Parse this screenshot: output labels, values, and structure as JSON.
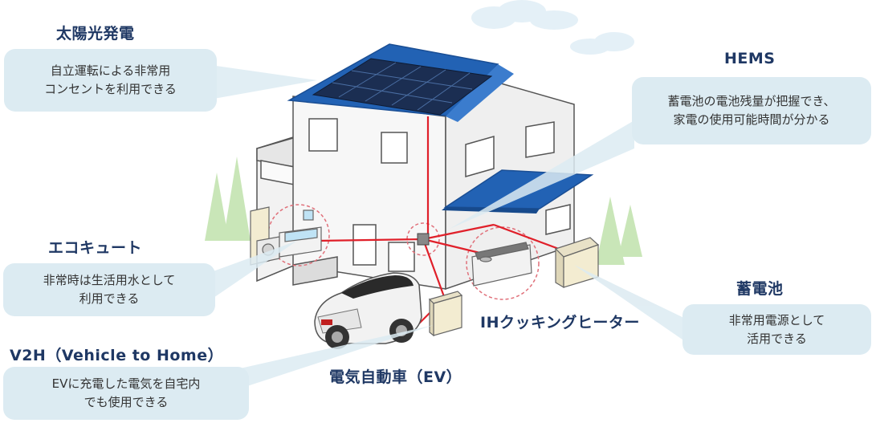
{
  "colors": {
    "title": "#1f3864",
    "bubble": "#dcebf2",
    "roof": "#2262b4",
    "wire": "#e0202a",
    "tree": "#c9e6b8"
  },
  "solar": {
    "title": "太陽光発電",
    "line1": "自立運転による非常用",
    "line2": "コンセントを利用できる"
  },
  "hems": {
    "title": "HEMS",
    "line1": "蓄電池の電池残量が把握でき、",
    "line2": "家電の使用可能時間が分かる"
  },
  "ecocute": {
    "title": "エコキュート",
    "line1": "非常時は生活用水として",
    "line2": "利用できる"
  },
  "v2h": {
    "title": "V2H（Vehicle to Home）",
    "line1": "EVに充電した電気を自宅内",
    "line2": "でも使用できる"
  },
  "ev": {
    "title": "電気自動車（EV）"
  },
  "ih": {
    "title": "IHクッキングヒーター"
  },
  "battery": {
    "title": "蓄電池",
    "line1": "非常用電源として",
    "line2": "活用できる"
  }
}
